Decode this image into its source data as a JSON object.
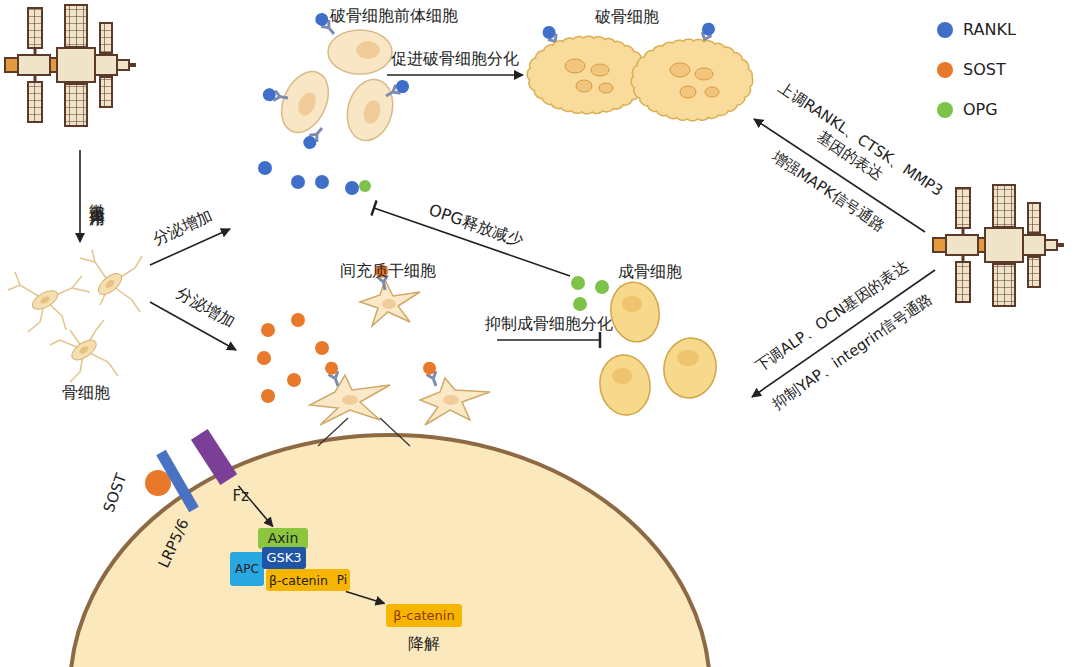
{
  "diagram": {
    "nodes": [
      {
        "text": [
          "破骨细胞前体细胞"
        ]
      },
      {
        "text": [
          "破骨细胞"
        ]
      },
      {
        "text": [
          "骨细胞"
        ]
      },
      {
        "text": [
          "间充质干细胞"
        ]
      },
      {
        "text": [
          "成骨细胞"
        ]
      },
      {
        "text": [
          "SOST"
        ]
      },
      {
        "text": [
          "LRP5/6"
        ]
      },
      {
        "text": [
          "Fz"
        ]
      },
      {
        "text": [
          "Axin"
        ]
      },
      {
        "text": [
          "APC"
        ]
      },
      {
        "text": [
          "GSK3"
        ]
      },
      {
        "text": [
          "β-catenin",
          "Pi"
        ]
      },
      {
        "text": [
          "β-catenin",
          "降解"
        ]
      }
    ],
    "edges": [
      {
        "from": 0,
        "to": 1,
        "label": "促进破骨细胞分化",
        "arrow": "to"
      },
      {
        "from": 3,
        "to": 4,
        "label": "抑制成骨细胞分化",
        "arrow": "to"
      },
      {
        "from": 7,
        "to": 8,
        "arrow": "to"
      },
      {
        "from": 11,
        "to": 12,
        "arrow": "to"
      }
    ],
    "labels": [
      "微重力作用",
      "分泌增加",
      "分泌增加",
      "OPG释放减少",
      "上调RANKL、CTSK、MMP3 基因的表达",
      "增强MAPK信号通路",
      "下调ALP、OCN基因的表达",
      "抑制YAP、integrin信号通路"
    ],
    "legend": [
      {
        "text": "RANKL",
        "color": "#3f6fc8"
      },
      {
        "text": "SOST",
        "color": "#e8792b"
      },
      {
        "text": "OPG",
        "color": "#7dc34a"
      }
    ]
  }
}
